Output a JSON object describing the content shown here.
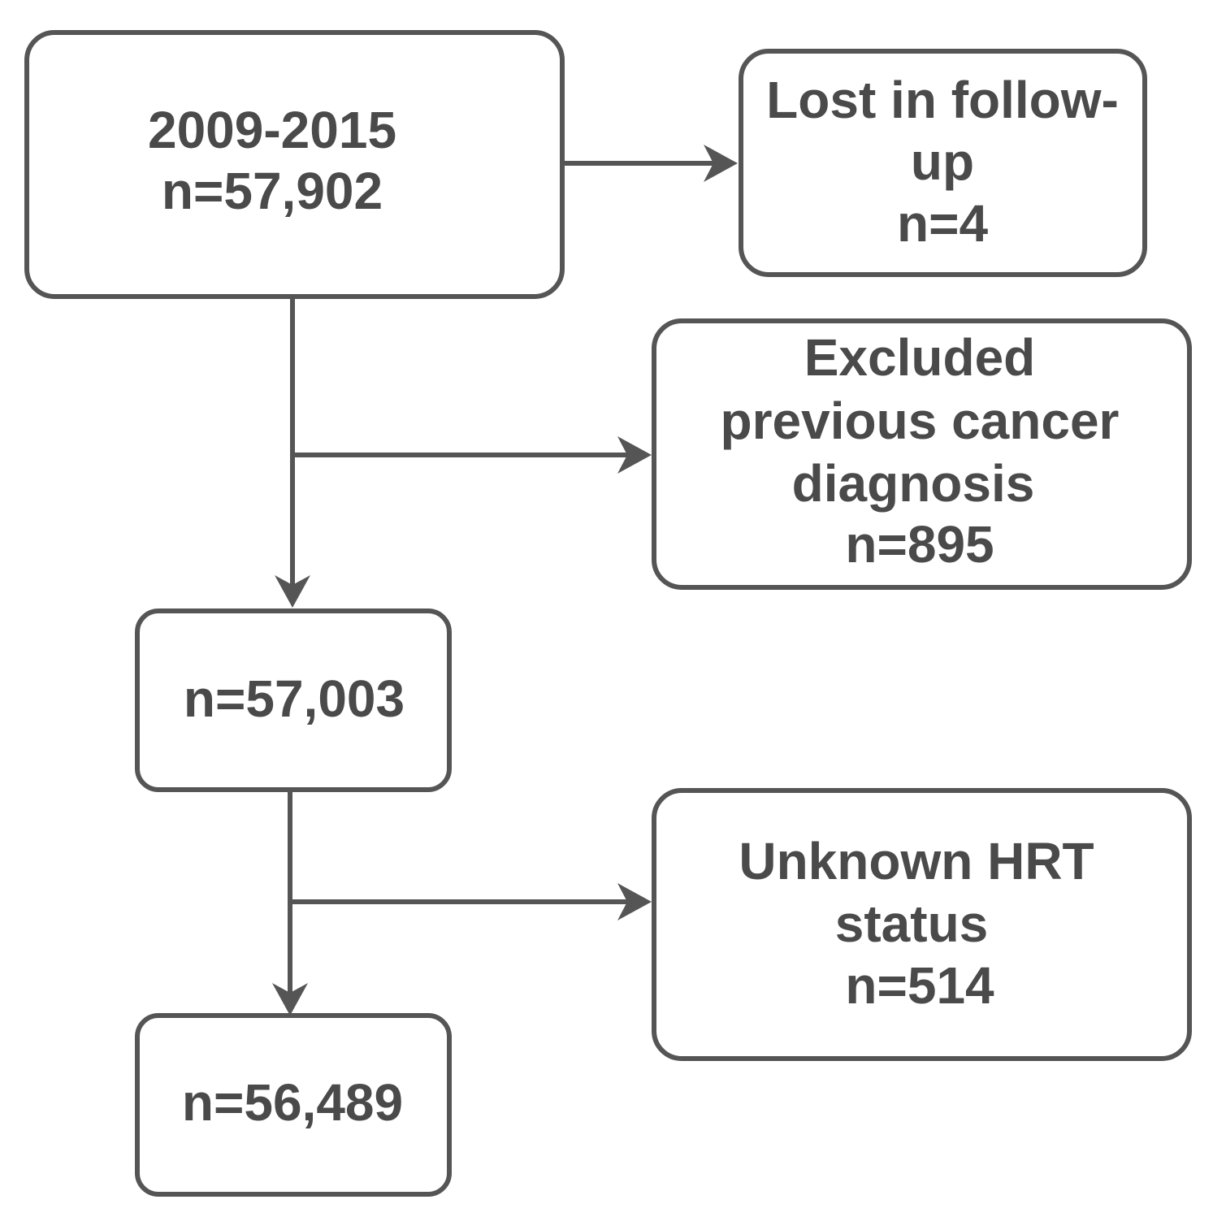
{
  "nodes": {
    "start": {
      "lines": [
        "2009-2015",
        "n=57,902"
      ]
    },
    "lost_followup": {
      "lines": [
        "Lost in follow-",
        "up",
        "n=4"
      ]
    },
    "excluded_cancer": {
      "lines": [
        "Excluded",
        "previous cancer",
        "diagnosis",
        "n=895"
      ]
    },
    "after_exclusion": {
      "lines": [
        "n=57,003"
      ]
    },
    "unknown_hrt": {
      "lines": [
        "Unknown HRT",
        "status",
        "n=514"
      ]
    },
    "final": {
      "lines": [
        "n=56,489"
      ]
    }
  }
}
